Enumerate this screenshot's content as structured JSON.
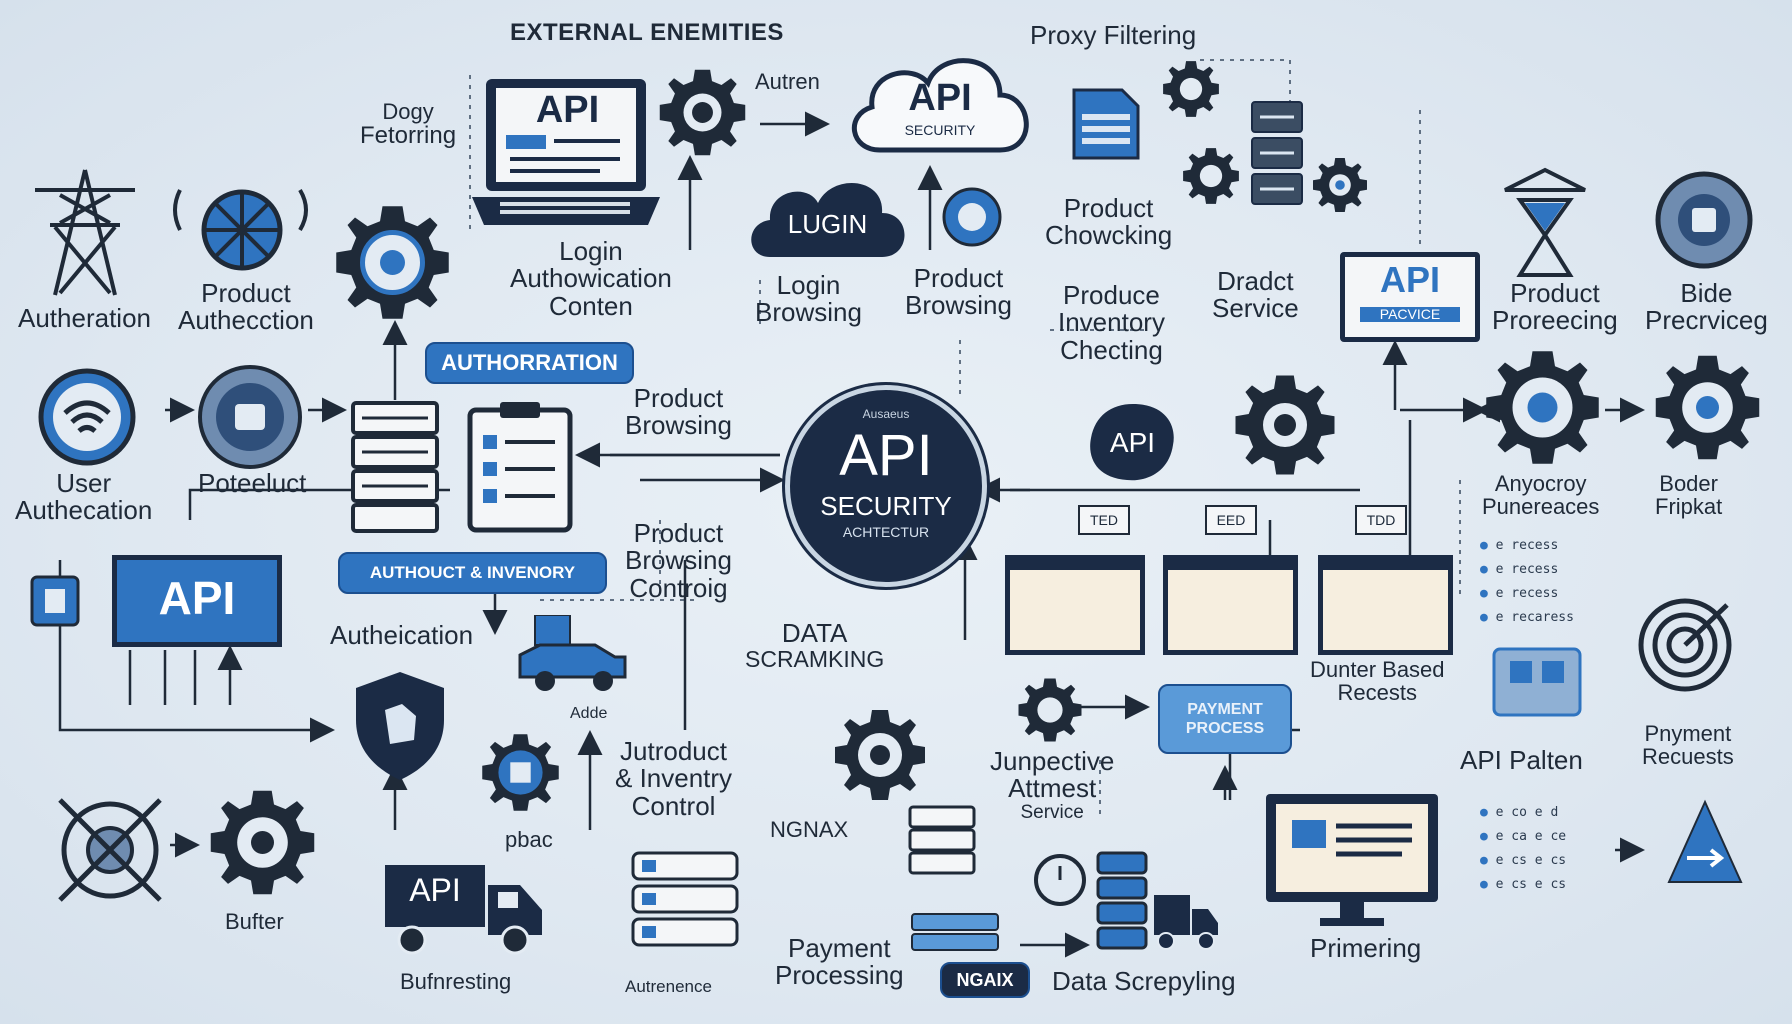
{
  "diagram": {
    "center": {
      "title": "API",
      "line1": "SECURITY",
      "line2": "ACHTECTUR",
      "tag": "Ausaeus"
    },
    "header_top": "EXTERNAL ENEMITIES",
    "header_right": "Proxy Filtering",
    "laptop_label": "API",
    "cloud_label": "API",
    "cloud_sub": "SECURITY",
    "login_cloud": "LUGIN",
    "login_top": "Login",
    "login_top_2": "Authowication",
    "login_top_3": "Conten",
    "login_browse_1": "Login",
    "login_browse_2": "Browsing",
    "product_browsing_1": "Product",
    "product_browsing_2": "Browsing",
    "product_checking_1": "Product",
    "product_checking_2": "Chowcking",
    "product_inv_1": "Produce",
    "product_inv_2": "Inventory",
    "product_inv_3": "Checting",
    "dradct_1": "Dradct",
    "dradct_2": "Service",
    "api_pacvice": "API",
    "api_pacvice_sub": "PACVICE",
    "product_processing_1": "Product",
    "product_processing_2": "Proreecing",
    "bide_1": "Bide",
    "bide_2": "Precrviceg",
    "authentication_tl": "Autheration",
    "product_auth_1": "Product",
    "product_auth_2": "Authecction",
    "data_filtering_1": "Dogy",
    "data_filtering_2": "Fetorring",
    "authorization_pill": "AUTHORRATION",
    "user_auth_1": "User",
    "user_auth_2": "Authecation",
    "potoeluct": "Poteeluct",
    "product_browsing_mid_1": "Product",
    "product_browsing_mid_2": "Browsing",
    "product_control_1": "Product",
    "product_control_2": "Browsing",
    "product_control_3": "Controig",
    "api_left": "API",
    "authouct_pill": "AUTHOUCT & INVENORY",
    "autheication": "Autheication",
    "data_scrambling_1": "DATA",
    "data_scrambling_2": "SCRAMKING",
    "introduct_1": "Jutroduct",
    "introduct_2": "& Inventry",
    "introduct_3": "Control",
    "ngnax": "NGNAX",
    "junpective_1": "Junpective",
    "junpective_2": "Attmest",
    "junpective_3": "Service",
    "payment_process_pill": "PAYMENT PROCESS",
    "dunter_1": "Dunter Based",
    "dunter_2": "Recests",
    "api_center_r": "API",
    "anyocroy_1": "Anyocroy",
    "anyocroy_2": "Punereaces",
    "boder_1": "Boder",
    "boder_2": "Fripkat",
    "api_palten": "API Palten",
    "payment_req_1": "Pnyment",
    "payment_req_2": "Recuests",
    "buffer": "Bufter",
    "truck_api": "API",
    "buffer_testing": "Bufnresting",
    "addr": "Adde",
    "pbac": "pbac",
    "autrenence": "Autrenence",
    "payment_processing_1": "Payment",
    "payment_processing_2": "Processing",
    "ngax_pill": "NGAIX",
    "data_scrapling": "Data Screpyling",
    "primering": "Primering",
    "auten": "Autren",
    "list_items": [
      "e recess",
      "e recess",
      "e recess",
      "e recaress"
    ],
    "list_items_2": [
      "e co e d",
      "e ca e ce",
      "e cs e cs",
      "e cs e cs"
    ],
    "boxes_codes": [
      "TED",
      "EED",
      "TDD"
    ],
    "colors": {
      "accent": "#2f74c0",
      "dark": "#1f2a38",
      "navy": "#1b2b45",
      "bg": "#e3ebf3"
    }
  }
}
